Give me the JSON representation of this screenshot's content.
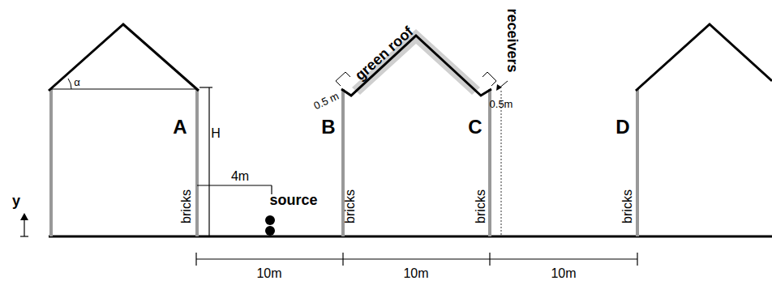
{
  "diagram": {
    "labels": [
      "α",
      "H",
      "A",
      "bricks",
      "4m",
      "source",
      "y",
      "0.5 m",
      "green roof",
      "0.5m",
      "receivers",
      "B",
      "bricks",
      "C",
      "bricks",
      "D",
      "bricks",
      "10m",
      "10m",
      "10m"
    ]
  }
}
